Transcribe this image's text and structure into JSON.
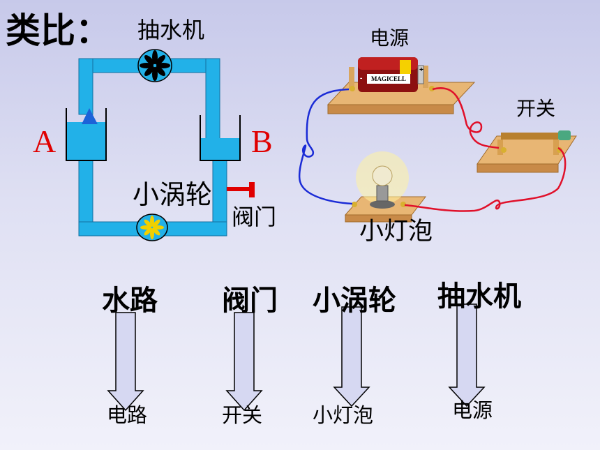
{
  "title": "类比：",
  "water_model": {
    "pump_label": "抽水机",
    "turbine_label": "小涡轮",
    "valve_label": "阀门",
    "point_a": "A",
    "point_b": "B",
    "water_color": "#22b1e8",
    "valve_color": "#e00000"
  },
  "electric_model": {
    "source_label": "电源",
    "switch_label": "开关",
    "bulb_label": "小灯泡",
    "battery_brand": "MAGICELL",
    "battery_plus": "+",
    "battery_minus": "-",
    "wire_colors": [
      "#1a2bd6",
      "#e0102a"
    ]
  },
  "analogy": [
    {
      "water": "水路",
      "electric": "电路"
    },
    {
      "water": "阀门",
      "electric": "开关"
    },
    {
      "water": "小涡轮",
      "electric": "小灯泡"
    },
    {
      "water": "抽水机",
      "electric": "电源"
    }
  ]
}
